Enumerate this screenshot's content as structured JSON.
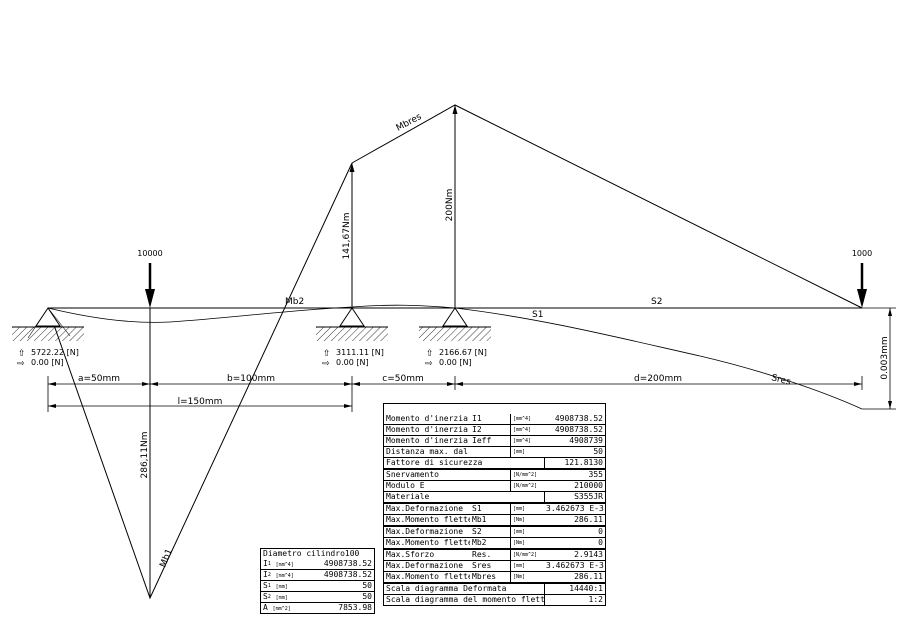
{
  "diagram": {
    "loads": {
      "left": {
        "value": "10000"
      },
      "right": {
        "value": "1000"
      }
    },
    "moments": {
      "mb1": "286,11Nm",
      "mb2_peak": "141,67Nm",
      "mbres_peak": "200Nm"
    },
    "curve_labels": {
      "mbres": "Mbres",
      "mb1": "Mb1",
      "mb2": "Mb2",
      "s1": "S1",
      "s2": "S2",
      "sres": "Sres"
    },
    "supports": [
      {
        "force": "5722.22 [N]",
        "axial": "0.00 [N]"
      },
      {
        "force": "3111.11 [N]",
        "axial": "0.00 [N]"
      },
      {
        "force": "2166.67 [N]",
        "axial": "0.00 [N]"
      }
    ],
    "dimensions": {
      "a": "a=50mm",
      "b": "b=100mm",
      "c": "c=50mm",
      "d": "d=200mm",
      "l": "l=150mm",
      "deflection": "0.003mm"
    }
  },
  "properties_table": {
    "header": "",
    "groups": [
      [
        {
          "label": "Momento d'inerzia",
          "sym": "I1",
          "unit": "[mm^4]",
          "value": "4908738.52"
        },
        {
          "label": "Momento d'inerzia",
          "sym": "I2",
          "unit": "[mm^4]",
          "value": "4908738.52"
        },
        {
          "label": "Momento d'inerzia",
          "sym": "Ieff",
          "unit": "[mm^4]",
          "value": "4908739"
        },
        {
          "label": "Distanza max. dal bordo",
          "sym": "",
          "unit": "[mm]",
          "value": "50"
        },
        {
          "label": "Fattore di sicurezza",
          "sym": "",
          "unit": "",
          "value": "121.8130"
        }
      ],
      [
        {
          "label": "Snervamento",
          "sym": "",
          "unit": "[N/mm^2]",
          "value": "355"
        },
        {
          "label": "Modulo E",
          "sym": "",
          "unit": "[N/mm^2]",
          "value": "210000"
        },
        {
          "label": "Materiale",
          "sym": "",
          "unit": "",
          "value": "S355JR"
        }
      ],
      [
        {
          "label": "Max.Deformazione",
          "sym": "S1",
          "unit": "[mm]",
          "value": "3.462673 E-3"
        },
        {
          "label": "Max.Momento flettente",
          "sym": "Mb1",
          "unit": "[Nm]",
          "value": "286.11"
        }
      ],
      [
        {
          "label": "Max.Deformazione",
          "sym": "S2",
          "unit": "[mm]",
          "value": "0"
        },
        {
          "label": "Max.Momento flettente",
          "sym": "Mb2",
          "unit": "[Nm]",
          "value": "0"
        }
      ],
      [
        {
          "label": "Max.Sforzo",
          "sym": "Res.",
          "unit": "[N/mm^2]",
          "value": "2.9143"
        },
        {
          "label": "Max.Deformazione",
          "sym": "Sres",
          "unit": "[mm]",
          "value": "3.462673 E-3"
        },
        {
          "label": "Max.Momento flettente",
          "sym": "Mbres",
          "unit": "[Nm]",
          "value": "286.11"
        }
      ],
      [
        {
          "label": "Scala diagramma Deformata",
          "sym": "",
          "unit": "",
          "value": "14440:1"
        },
        {
          "label": "Scala diagramma del momento flettente",
          "sym": "",
          "unit": "",
          "value": "1:2"
        }
      ]
    ]
  },
  "cylinder_table": {
    "title": "Diametro cilindro100",
    "rows": [
      {
        "sym": "I",
        "sub": "1",
        "unit": "[mm^4]",
        "value": "4908738.52"
      },
      {
        "sym": "I",
        "sub": "2",
        "unit": "[mm^4]",
        "value": "4908738.52"
      },
      {
        "sym": "S",
        "sub": "1",
        "unit": "[mm]",
        "value": "50"
      },
      {
        "sym": "S",
        "sub": "2",
        "unit": "[mm]",
        "value": "50"
      },
      {
        "sym": "A",
        "sub": "",
        "unit": "[mm^2]",
        "value": "7853.98"
      }
    ]
  }
}
